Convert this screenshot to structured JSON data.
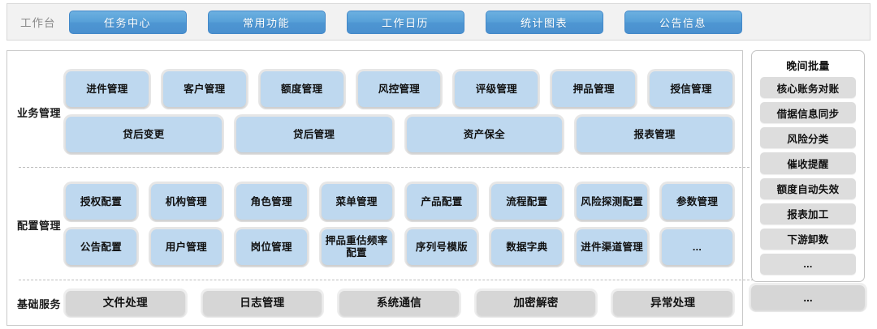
{
  "topbar": {
    "workbench_label": "工作台",
    "tabs": [
      {
        "label": "任务中心"
      },
      {
        "label": "常用功能"
      },
      {
        "label": "工作日历"
      },
      {
        "label": "统计图表"
      },
      {
        "label": "公告信息"
      }
    ]
  },
  "sections": [
    {
      "key": "business",
      "label": "业务管理",
      "rows": [
        [
          {
            "label": "进件管理"
          },
          {
            "label": "客户管理"
          },
          {
            "label": "额度管理"
          },
          {
            "label": "风控管理"
          },
          {
            "label": "评级管理"
          },
          {
            "label": "押品管理"
          },
          {
            "label": "授信管理"
          }
        ],
        [
          {
            "label": "贷后变更"
          },
          {
            "label": "贷后管理"
          },
          {
            "label": "资产保全"
          },
          {
            "label": "报表管理"
          }
        ]
      ]
    },
    {
      "key": "config",
      "label": "配置管理",
      "rows": [
        [
          {
            "label": "授权配置"
          },
          {
            "label": "机构管理"
          },
          {
            "label": "角色管理"
          },
          {
            "label": "菜单管理"
          },
          {
            "label": "产品配置"
          },
          {
            "label": "流程配置"
          },
          {
            "label": "风险探测配置"
          },
          {
            "label": "参数管理"
          }
        ],
        [
          {
            "label": "公告配置"
          },
          {
            "label": "用户管理"
          },
          {
            "label": "岗位管理"
          },
          {
            "label": "押品重估频率配置"
          },
          {
            "label": "序列号模版"
          },
          {
            "label": "数据字典"
          },
          {
            "label": "进件渠道管理"
          },
          {
            "label": "..."
          }
        ]
      ]
    },
    {
      "key": "base",
      "label": "基础服务",
      "rows": [
        [
          {
            "label": "文件处理"
          },
          {
            "label": "日志管理"
          },
          {
            "label": "系统通信"
          },
          {
            "label": "加密解密"
          },
          {
            "label": "异常处理"
          }
        ]
      ]
    }
  ],
  "sidebar": {
    "title": "晚间批量",
    "items": [
      {
        "label": "核心账务对账"
      },
      {
        "label": "借据信息同步"
      },
      {
        "label": "风险分类"
      },
      {
        "label": "催收提醒"
      },
      {
        "label": "额度自动失效"
      },
      {
        "label": "报表加工"
      },
      {
        "label": "下游卸数"
      },
      {
        "label": "..."
      }
    ]
  },
  "tail_card": {
    "label": "..."
  },
  "colors": {
    "tab_blue": "#4e96d2",
    "card_blue": "#bed8ef",
    "card_gray": "#d6d6d6",
    "sidebar_item_gray": "#dddddd",
    "panel_border": "#c9c9c9",
    "topbar_bg": "#f2f2f2",
    "label_gray": "#8a8a8a"
  }
}
